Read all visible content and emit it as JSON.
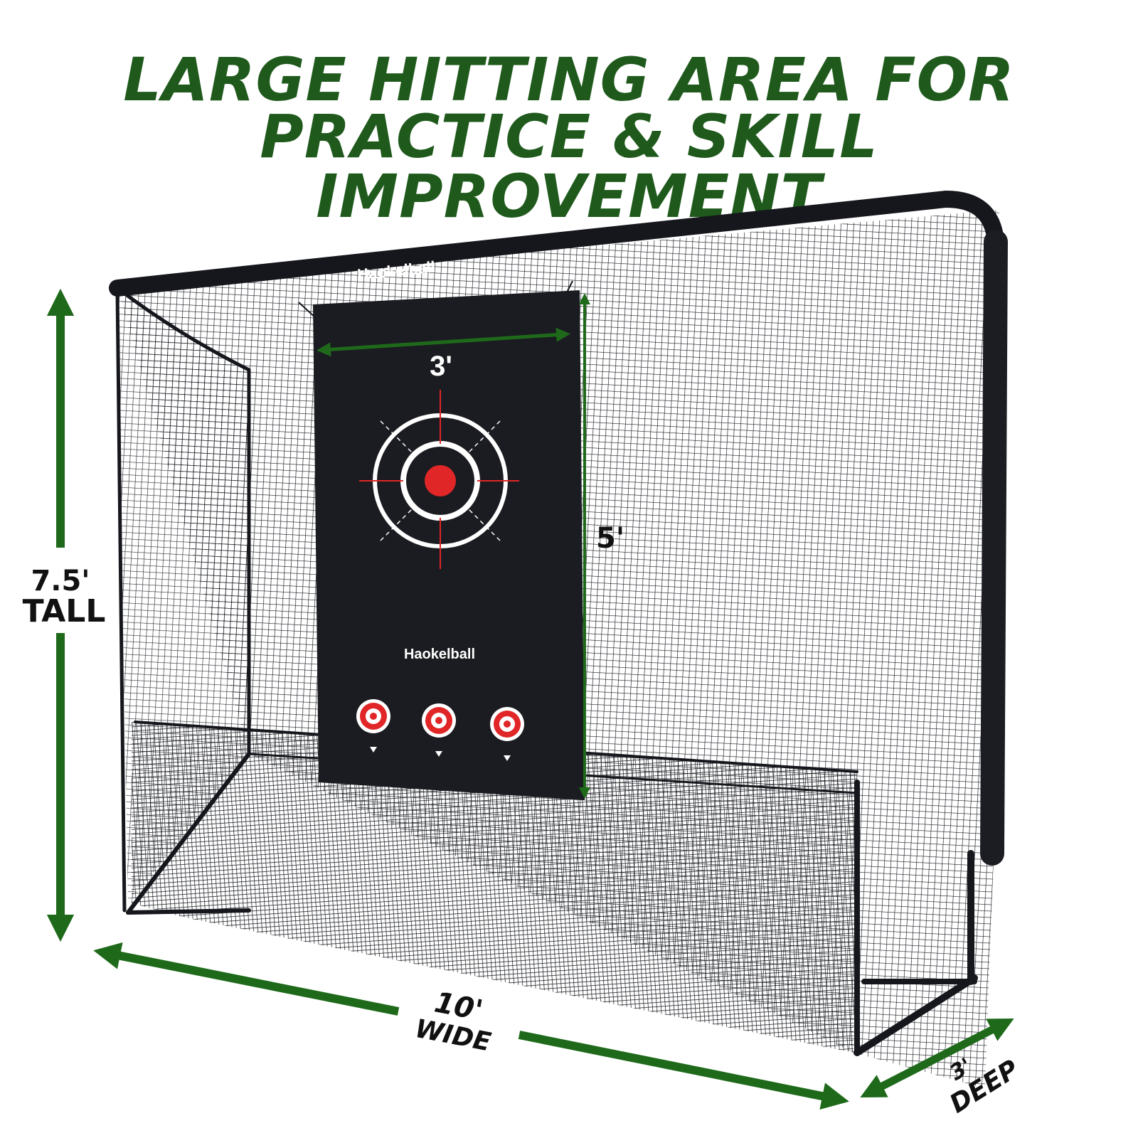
{
  "headline": {
    "line1": "LARGE HITTING AREA FOR",
    "line2": "PRACTICE & SKILL IMPROVEMENT"
  },
  "brand": {
    "frame_logo": "Haokelball",
    "target_logo": "Haokelball"
  },
  "dimensions": {
    "height_value": "7.5'",
    "height_unit": "TALL",
    "width_value": "10'",
    "width_unit": "WIDE",
    "depth_value": "3'",
    "depth_unit": "DEEP",
    "target_width": "3'",
    "target_height": "5'"
  },
  "colors": {
    "headline_green": "#1f5a1c",
    "arrow_green": "#1e6a1a",
    "net_black": "#15171c",
    "target_red": "#e02626"
  }
}
